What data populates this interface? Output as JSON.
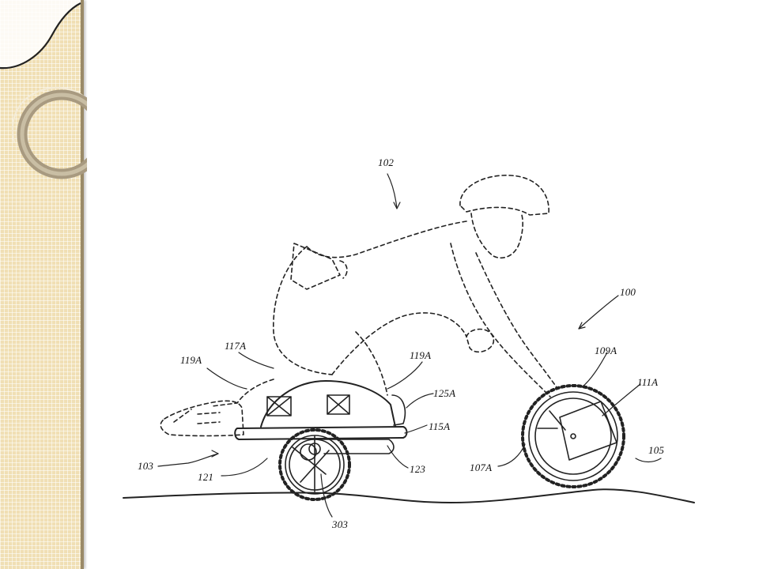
{
  "slide": {
    "accent_color": "#f0dfb4",
    "rule_color": "#9a8a68",
    "decoration": "circle-rings"
  },
  "figure": {
    "labels": {
      "l102": "102",
      "l100": "100",
      "l117A": "117A",
      "l119A_left": "119A",
      "l119A_right": "119A",
      "l125A": "125A",
      "l115A": "115A",
      "l109A": "109A",
      "l111A": "111A",
      "l103": "103",
      "l121": "121",
      "l123": "123",
      "l107A": "107A",
      "l105": "105",
      "l303": "303"
    }
  }
}
